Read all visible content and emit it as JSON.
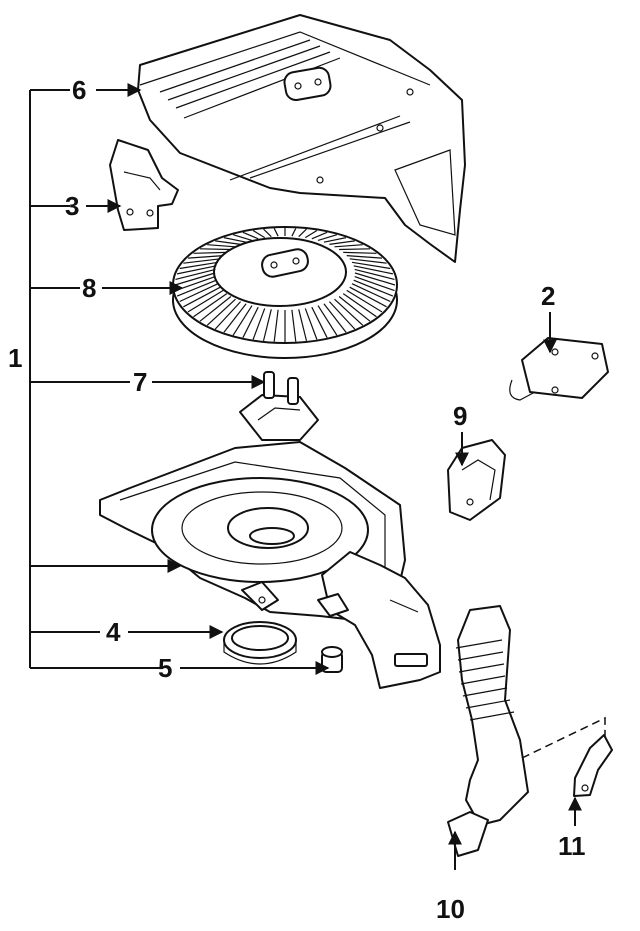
{
  "diagram": {
    "callouts": {
      "c1": "1",
      "c2": "2",
      "c3": "3",
      "c4": "4",
      "c5": "5",
      "c6": "6",
      "c7": "7",
      "c8": "8",
      "c9": "9",
      "c10": "10",
      "c11": "11"
    },
    "parts": [
      "air-cleaner-cover",
      "bracket",
      "cover-bracket",
      "filter-element",
      "mount",
      "housing",
      "seal-ring",
      "grommet",
      "clip",
      "intake-duct",
      "duct-clip"
    ],
    "colors": {
      "line": "#111111",
      "background": "#ffffff"
    }
  }
}
